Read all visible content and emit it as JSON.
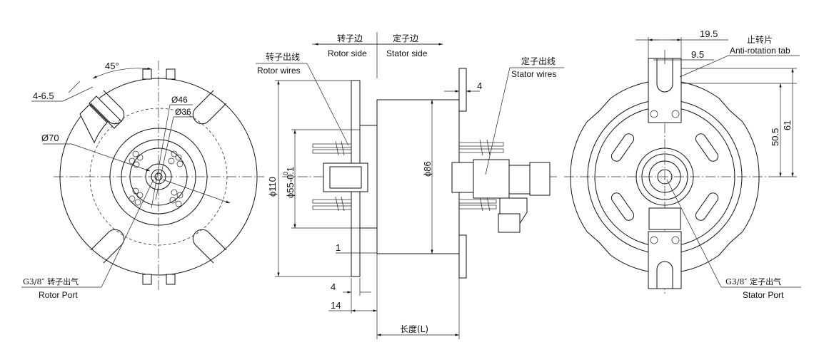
{
  "left_view": {
    "angle_label": "45°",
    "slots_label": "4-6.5",
    "d46": "Ø46",
    "d36": "Ø36",
    "d70": "Ø70",
    "port_label_cn": "G3/8″ 转子出气",
    "port_label_en": "Rotor Port"
  },
  "middle_view": {
    "rotor_side_cn": "转子边",
    "rotor_side_en": "Rotor side",
    "stator_side_cn": "定子边",
    "stator_side_en": "Stator  side",
    "rotor_wires_cn": "转子出线",
    "rotor_wires_en": "Rotor wires",
    "stator_wires_cn": "定子出线",
    "stator_wires_en": "Stator wires",
    "dim_4_top": "4",
    "dim_86": "ϕ86",
    "dim_110": "ϕ110",
    "dim_55": "ϕ55-0.1",
    "dim_55_upper": "0",
    "dim_1": "1",
    "dim_4_bottom": "4",
    "dim_14": "14",
    "length_label": "长度(L)"
  },
  "right_view": {
    "dim_19_5": "19.5",
    "dim_9_5": "9.5",
    "tab_cn": "止转片",
    "tab_en": "Anti-rotation tab",
    "dim_50_5": "50.5",
    "dim_61": "61",
    "port_label_cn": "G3/8″ 定子出气",
    "port_label_en": "Stator Port"
  }
}
